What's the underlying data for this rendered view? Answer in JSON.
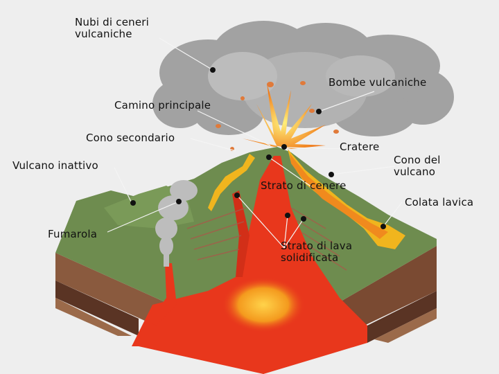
{
  "labels": {
    "nubi": "Nubi di ceneri\nvulcaniche",
    "bombe": "Bombe vulcaniche",
    "camino": "Camino principale",
    "cono_secondario": "Cono secondario",
    "cratere": "Cratere",
    "cono_vulcano": "Cono del\nvulcano",
    "vulcano_inattivo": "Vulcano inattivo",
    "strato_cenere": "Strato di cenere",
    "colata": "Colata lavica",
    "fumarola": "Fumarola",
    "strato_lava": "Strato di lava\nsolidificata"
  },
  "colors": {
    "background": "#eeeeee",
    "grass": "#6e8c4f",
    "soil_top": "#8a5a3e",
    "soil_bottom": "#5a3424",
    "magma": "#e8371c",
    "lava_flow": "#f0b51e",
    "ash_cloud": "#9e9e9e"
  }
}
